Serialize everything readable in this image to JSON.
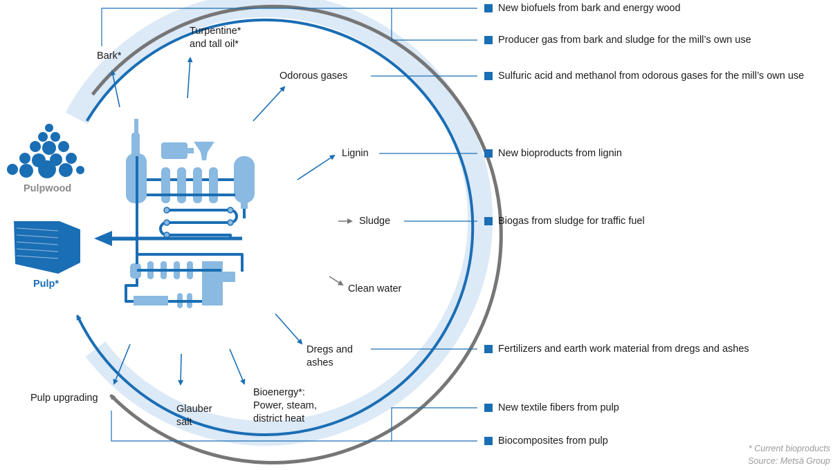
{
  "inputs": {
    "pulpwood": "Pulpwood",
    "pulp": "Pulp*"
  },
  "streams": {
    "bark": "Bark*",
    "turpentine_l1": "Turpentine*",
    "turpentine_l2": "and tall oil*",
    "odorous_gases": "Odorous gases",
    "lignin": "Lignin",
    "sludge": "Sludge",
    "clean_water": "Clean water",
    "dregs_l1": "Dregs and",
    "dregs_l2": "ashes",
    "bioenergy_l1": "Bioenergy*:",
    "bioenergy_l2": "Power, steam,",
    "bioenergy_l3": "district heat",
    "glauber_l1": "Glauber",
    "glauber_l2": "salt",
    "pulp_upgrading": "Pulp upgrading"
  },
  "products": [
    "New biofuels from bark and energy wood",
    "Producer gas from bark and sludge for the mill’s own use",
    "Sulfuric acid and methanol from odorous gases for the mill’s own use",
    "New bioproducts from lignin",
    "Biogas from sludge for traffic fuel",
    "Fertilizers and earth work material from dregs and ashes",
    "New textile fibers from pulp",
    "Biocomposites from pulp"
  ],
  "footnote": "* Current bioproducts",
  "source": "Source: Metsä Group",
  "colors": {
    "dark_blue": "#1a6eb4",
    "light_blue": "#dce9f7",
    "equipment_blue": "#8ab9e1",
    "gray_ring": "#767676",
    "label_gray": "#8a8a8a"
  }
}
